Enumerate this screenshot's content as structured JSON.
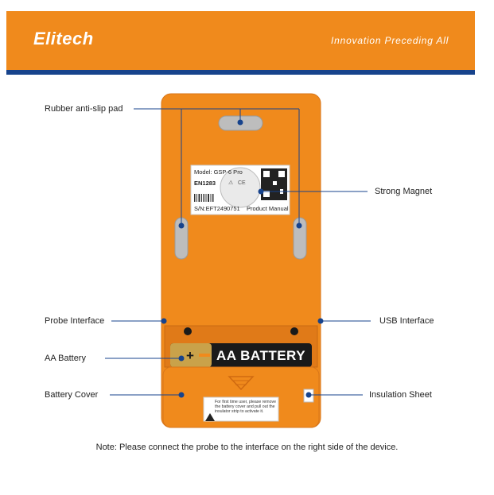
{
  "header": {
    "brand": "Elitech",
    "tagline": "Innovation Preceding All",
    "brand_color": "#f08a1c",
    "accent_color": "#17438c"
  },
  "device": {
    "body_color": "#f08a1c",
    "sticker": {
      "model": "Model: GSP-6 Pro",
      "standard": "EN1283",
      "serial": "S/N:EFT249",
      "serial_suffix": "0751",
      "manual": "Product Manual"
    },
    "battery_label": "AA BATTERY",
    "battery_plus": "+",
    "warning_text": "For first time user, please remove the battery cover and pull out the insulator strip to activate it."
  },
  "labels": {
    "rubber_pad": "Rubber anti-slip pad",
    "magnet": "Strong Magnet",
    "probe_interface": "Probe Interface",
    "usb_interface": "USB Interface",
    "aa_battery": "AA Battery",
    "battery_cover": "Battery Cover",
    "insulation_sheet": "Insulation Sheet"
  },
  "note": "Note: Please connect the probe to the interface on the right side of the device.",
  "icons": [
    "qr-code-icon",
    "warning-icon",
    "ce-mark-icon"
  ]
}
